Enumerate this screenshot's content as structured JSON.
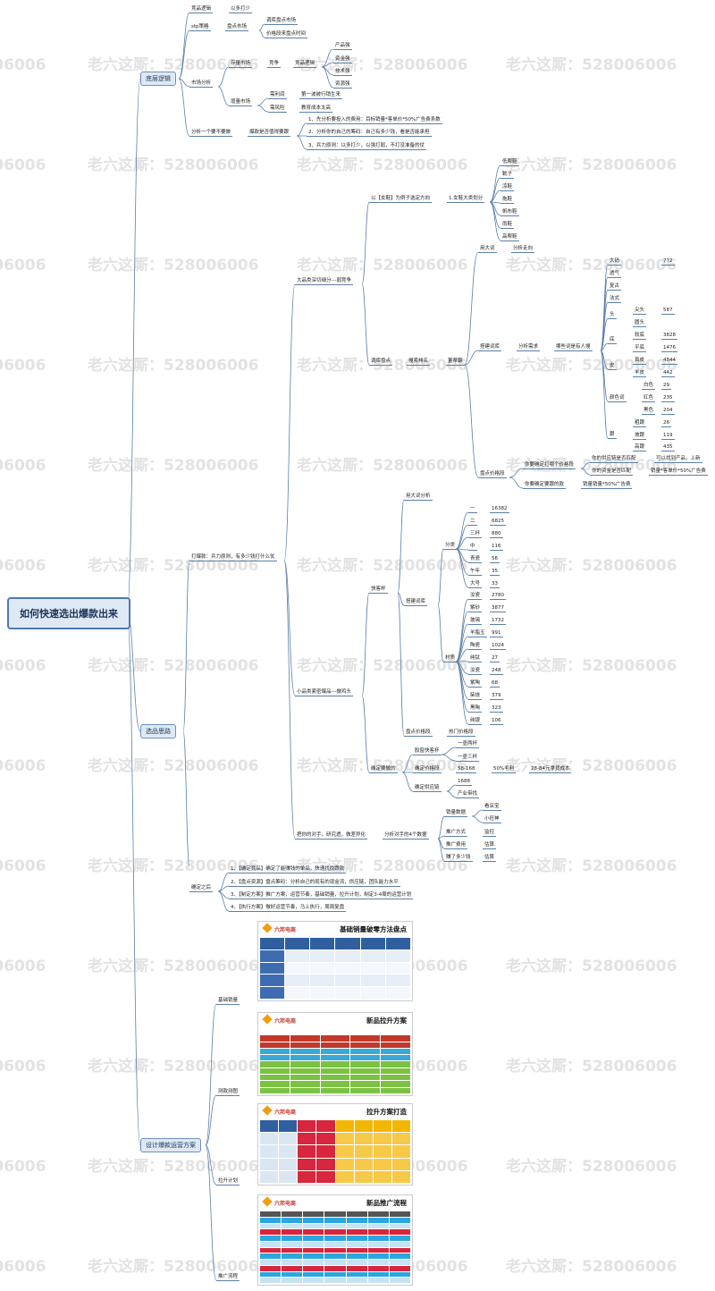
{
  "root": "如何快速选出爆款出来",
  "watermark": "老六这厮：528006006",
  "l1": {
    "a": "底层逻辑",
    "b": "选品思路",
    "c": "设计爆款运营方案"
  },
  "a": {
    "n1": "竞品逻辑",
    "n1a": "以多打少",
    "n2": "stp策略",
    "n2a": "盘点市场",
    "n2b": "调库盘点市场",
    "n2c": "价格段来盘点时间",
    "n3": "市场分析",
    "n3a": "存量市场",
    "n3a1": "竞争",
    "n3a2": "竞品逻辑",
    "n3a3": "产品强",
    "n3a4": "资金强",
    "n3a5": "技术强",
    "n3a6": "资源强",
    "n3b": "增量市场",
    "n3b1": "需利润",
    "n3b1a": "第一波被行销生来",
    "n3b2": "需风险",
    "n3b2a": "教育成本太高",
    "n4": "分析一个要不要做",
    "n4a": "爆款是否值得要跟",
    "n4b": "1、先分析要投入的费用：目标销量*客单价*50%广告费系数",
    "n4c": "2、分析你的自己的筹码：自己有多少钱，看是否能承担",
    "n4d": "3、兵力原则：以多打少，以强打弱，不打没准备的仗"
  },
  "b": {
    "s1": "打爆款：兵力原则，有多少钱打什么仗",
    "s2": "大品类深切细分---弱竞争",
    "s3": "以【女鞋】为例子选定方向",
    "s3a": "1.女鞋大类划分",
    "s3b": [
      "低帮鞋",
      "靴子",
      "凉鞋",
      "拖鞋",
      "帆布鞋",
      "雨鞋",
      "高帮鞋"
    ],
    "s4": "调库盘点",
    "s4a": "搜索排名",
    "s4b": "董蒂翻",
    "s5": "用大词",
    "s5a": "分析走向",
    "s6": "搭建词库",
    "s6a": "分析需求",
    "s6b": "哪些词是有人搜",
    "s7": [
      {
        "k": "大码",
        "v": "772"
      },
      {
        "k": "透气",
        "v": ""
      },
      {
        "k": "复古",
        "v": ""
      },
      {
        "k": "法式",
        "v": ""
      },
      {
        "k": "头",
        "v": ""
      },
      {
        "k": "尖头",
        "v": "587"
      },
      {
        "k": "圆头",
        "v": ""
      },
      {
        "k": "底",
        "v": ""
      },
      {
        "k": "软底",
        "v": "3828"
      },
      {
        "k": "平底",
        "v": "1476"
      },
      {
        "k": "皮",
        "v": ""
      },
      {
        "k": "真皮",
        "v": "4844"
      },
      {
        "k": "羊皮",
        "v": "442"
      },
      {
        "k": "颜色词",
        "v": ""
      },
      {
        "k": "白色",
        "v": "29"
      },
      {
        "k": "红色",
        "v": "235"
      },
      {
        "k": "黑色",
        "v": "204"
      },
      {
        "k": "跟",
        "v": ""
      },
      {
        "k": "粗跟",
        "v": "26"
      },
      {
        "k": "坡跟",
        "v": "119"
      },
      {
        "k": "高跟",
        "v": "435"
      }
    ],
    "s8": "盘点价格段",
    "s8a": "你要确定打哪个价格段",
    "s8b": "你的供应链是否匹配",
    "s8b1": "可以找到产品，上新",
    "s8c": "你的资金是否匹配",
    "s8c1": "销量*客单价*50%广告费",
    "s8d": "你要确定要跟的款",
    "s8d1": "销量销量*50%广告费",
    "t1": "小品类紧密爆品---做鸡头",
    "t2": "快客杯",
    "t3": "用大词分析",
    "t4": "搭建词库",
    "t5": "分类",
    "t5list": [
      {
        "k": "一",
        "v": "16382"
      },
      {
        "k": "二",
        "v": "6825"
      },
      {
        "k": "三杯",
        "v": "880"
      },
      {
        "k": "中",
        "v": "116"
      },
      {
        "k": "青瓷",
        "v": "56"
      },
      {
        "k": "午年",
        "v": "35"
      },
      {
        "k": "大号",
        "v": "33"
      }
    ],
    "t6": "材质",
    "t6list": [
      {
        "k": "汝瓷",
        "v": "2780"
      },
      {
        "k": "紫砂",
        "v": "3877"
      },
      {
        "k": "玻璃",
        "v": "1732"
      },
      {
        "k": "羊脂玉",
        "v": "991"
      },
      {
        "k": "陶瓷",
        "v": "1024"
      },
      {
        "k": "纯钛",
        "v": "27"
      },
      {
        "k": "汝瓷",
        "v": "248"
      },
      {
        "k": "紫陶",
        "v": "68"
      },
      {
        "k": "柴烧",
        "v": "379"
      },
      {
        "k": "黑陶",
        "v": "323"
      },
      {
        "k": "纯银",
        "v": "106"
      }
    ],
    "t7": "盘点价格段",
    "t7a": "热门价格段",
    "t8": "确定要做的",
    "t8a": "胶窗快客杯",
    "t8a1": "一壶两杯",
    "t8a2": "一壶三杯",
    "t8b": "确定价格段",
    "t8b1": "58-168",
    "t8b2": "50%毛利",
    "t8b3": "28-84元拿货成本",
    "t8c": "确定供应链",
    "t8c1": "1688",
    "t8c2": "产业带找",
    "u1": "把你的对手，研究透，做差异化",
    "u1a": "分析对手的4个数据",
    "u2": "销量数据",
    "u2a": "看店宝",
    "u2b": "小旺神",
    "u3": "推广方式",
    "u3a": "监控",
    "u4": "推广费用",
    "u4a": "估算",
    "u5": "赚了多少钱",
    "u5a": "估算",
    "v1": "确定之后",
    "v2": "1、【确定竞品】确定了能赚钱的单品，快速找找跟款",
    "v3": "2、【盘点资源】盘点筹码：分析自己的现有的现金流，供应链，团队能力水平",
    "v4": "3、【制定方案】推广方案，运营节奏，基础销量，拉升计划，制定3-4周的运营计划",
    "v5": "4、【执行方案】做好运营节奏，马上执行，周周复盘"
  },
  "c": {
    "c1": "基础销量",
    "c2": "测款测图",
    "c3": "拉升计划",
    "c4": "推广流程",
    "img1": "基础销量破零方法盘点",
    "img2": "新品拉升方案",
    "img3": "拉升方案打造",
    "img4": "新品推广流程",
    "brand": "六邦电商"
  },
  "colors": {
    "link": "#5b7fa8",
    "accent": "#4f79b0"
  }
}
